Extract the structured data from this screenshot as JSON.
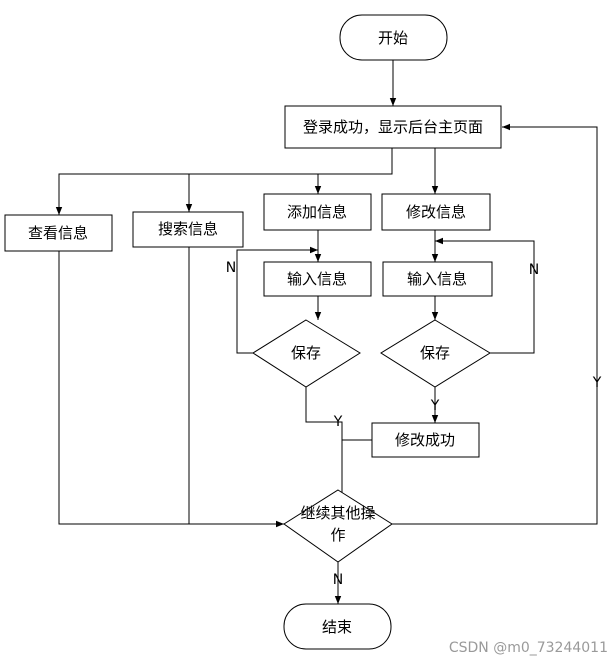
{
  "nodes": {
    "start": "开始",
    "login": "登录成功，显示后台主页面",
    "view": "查看信息",
    "search": "搜索信息",
    "add": "添加信息",
    "modify": "修改信息",
    "input_add": "输入信息",
    "input_modify": "输入信息",
    "save_add": "保存",
    "save_modify": "保存",
    "modify_success": "修改成功",
    "continue_line1": "继续其他操",
    "continue_line2": "作",
    "end": "结束"
  },
  "edges": {
    "no_add": "N",
    "no_modify": "N",
    "yes_add": "Y",
    "yes_modify": "Y",
    "yes_continue": "Y",
    "no_continue": "N"
  },
  "watermark": "CSDN @m0_73244011"
}
